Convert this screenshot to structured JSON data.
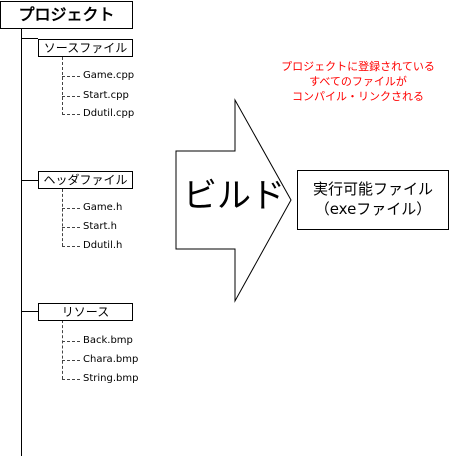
{
  "root": {
    "label": "プロジェクト"
  },
  "groups": [
    {
      "label": "ソースファイル",
      "files": [
        "Game.cpp",
        "Start.cpp",
        "Ddutil.cpp"
      ]
    },
    {
      "label": "ヘッダファイル",
      "files": [
        "Game.h",
        "Start.h",
        "Ddutil.h"
      ]
    },
    {
      "label": "リソース",
      "files": [
        "Back.bmp",
        "Chara.bmp",
        "String.bmp"
      ]
    }
  ],
  "arrow": {
    "label": "ビルド"
  },
  "result": {
    "line1": "実行可能ファイル",
    "line2": "（exeファイル）"
  },
  "note": {
    "lines": [
      "プロジェクトに登録されている",
      "すべてのファイルが",
      "コンパイル・リンクされる"
    ],
    "color": "#ff0000"
  }
}
